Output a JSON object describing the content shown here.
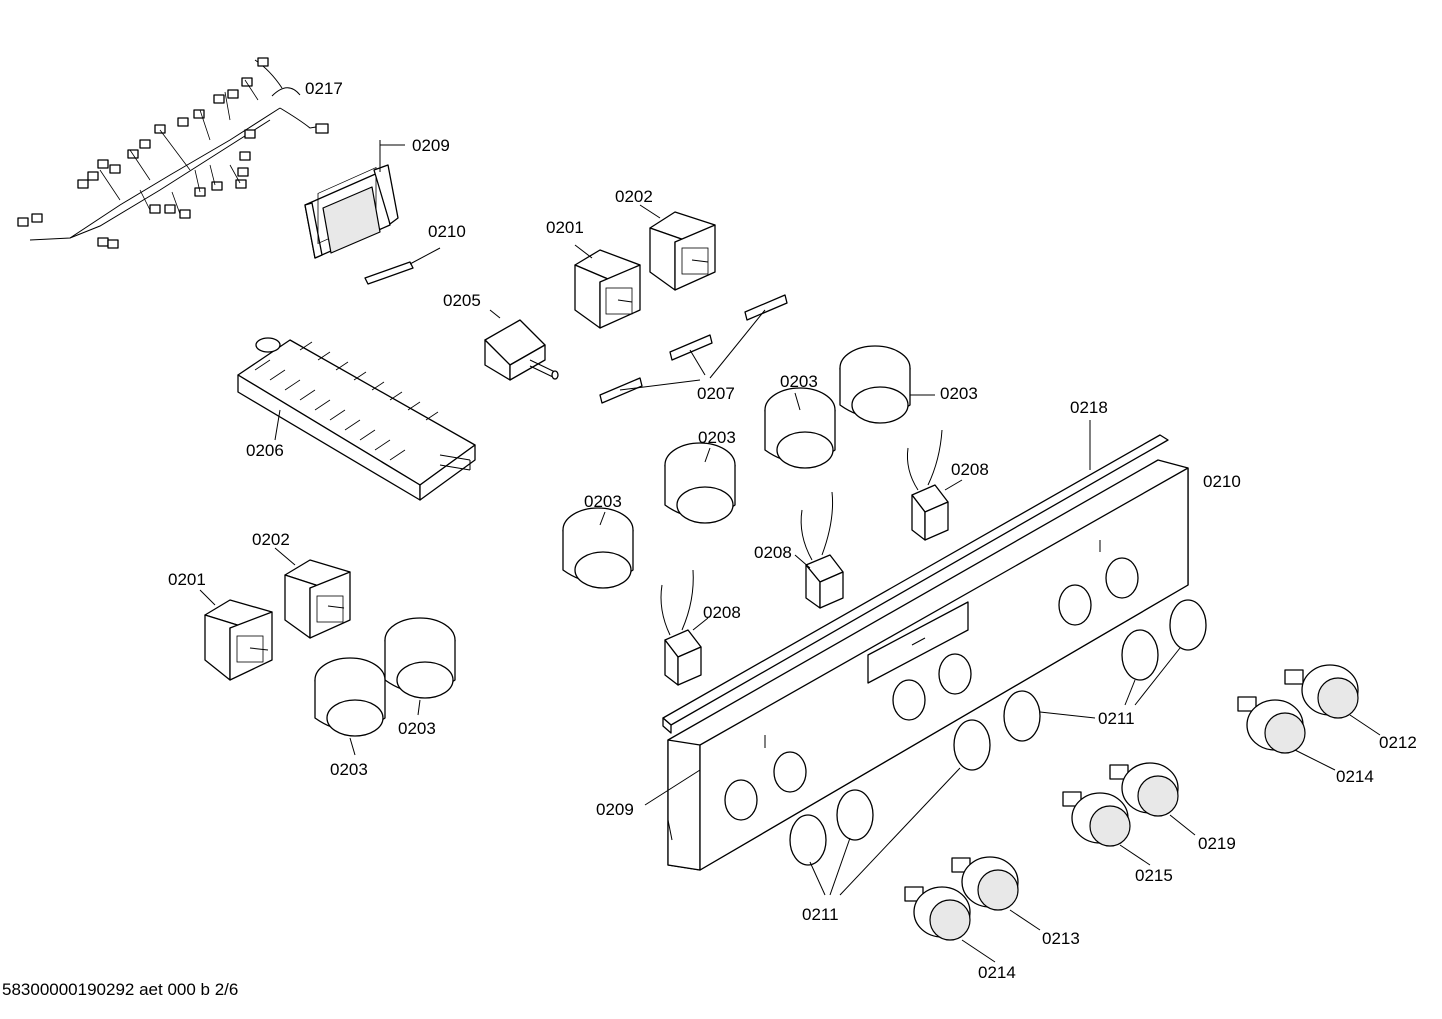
{
  "footer": {
    "text": "58300000190292 aet 000 b 2/6"
  },
  "labels": {
    "l0217": "0217",
    "l0209a": "0209",
    "l0210a": "0210",
    "l0201a": "0201",
    "l0202a": "0202",
    "l0205": "0205",
    "l0207": "0207",
    "l0206": "0206",
    "l0203a": "0203",
    "l0203b": "0203",
    "l0203c": "0203",
    "l0203d": "0203",
    "l0218": "0218",
    "l0210b": "0210",
    "l0208a": "0208",
    "l0208b": "0208",
    "l0208c": "0208",
    "l0202b": "0202",
    "l0201b": "0201",
    "l0203e": "0203",
    "l0203f": "0203",
    "l0211a": "0211",
    "l0212": "0212",
    "l0214a": "0214",
    "l0209b": "0209",
    "l0219": "0219",
    "l0215": "0215",
    "l0211b": "0211",
    "l0213": "0213",
    "l0214b": "0214"
  }
}
